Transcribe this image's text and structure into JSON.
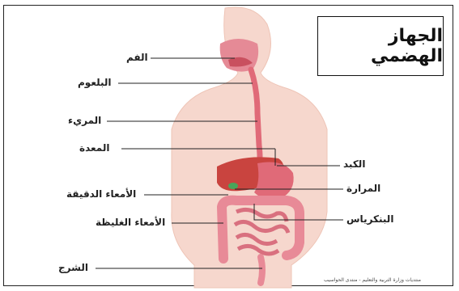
{
  "title": "الجهاز الهضمي",
  "labels": {
    "mouth": "الفم",
    "pharynx": "البلعوم",
    "esophagus": "المريء",
    "stomach": "المعدة",
    "liver": "الكبد",
    "gallbladder": "المرارة",
    "small_intestine": "الأمعاء الدقيقة",
    "large_intestine": "الأمعاء الغليظة",
    "pancreas": "البنكرياس",
    "anus": "الشرج"
  },
  "credit": "منتديات وزارة التربية والتعليم - منتدى الحواسيب",
  "colors": {
    "body": "#f6d7cd",
    "organ": "#e06a78",
    "liver": "#c9443f",
    "intestine": "#e88a97"
  }
}
